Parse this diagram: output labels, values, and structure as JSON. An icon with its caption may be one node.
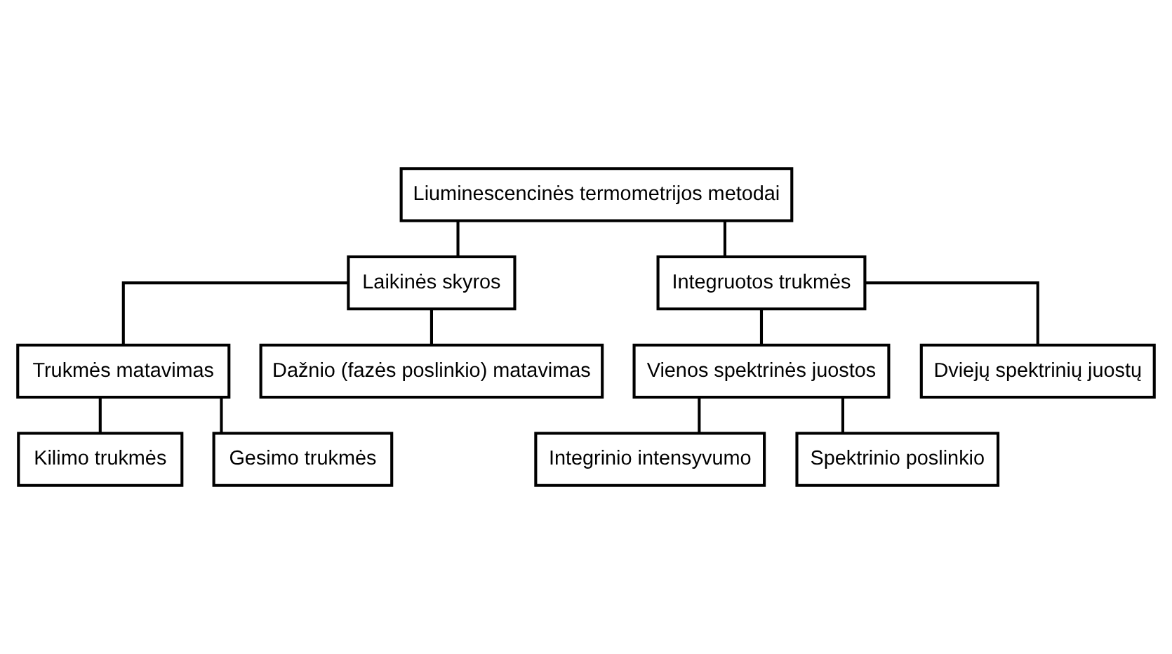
{
  "diagram": {
    "nodes": [
      {
        "text": [
          "Liuminescencinės termometrijos metodai"
        ]
      },
      {
        "text": [
          "Laikinės skyros"
        ]
      },
      {
        "text": [
          "Trukmės matavimas"
        ]
      },
      {
        "text": [
          "Kilimo trukmės"
        ]
      },
      {
        "text": [
          "Gesimo trukmės"
        ]
      },
      {
        "text": [
          "Dažnio (fazės poslinkio) matavimas"
        ]
      },
      {
        "text": [
          "Integruotos trukmės"
        ]
      },
      {
        "text": [
          "Vienos spektrinės juostos"
        ]
      },
      {
        "text": [
          "Integrinio intensyvumo"
        ]
      },
      {
        "text": [
          "Spektrinio poslinkio"
        ]
      },
      {
        "text": [
          "Dviejų spektrinių juostų"
        ]
      }
    ],
    "edges": [
      {
        "from": 0,
        "to": 1,
        "arrow": "none"
      },
      {
        "from": 0,
        "to": 6,
        "arrow": "none"
      },
      {
        "from": 1,
        "to": 2,
        "arrow": "none"
      },
      {
        "from": 2,
        "to": 3,
        "arrow": "none"
      },
      {
        "from": 2,
        "to": 4,
        "arrow": "none"
      },
      {
        "from": 1,
        "to": 5,
        "arrow": "none"
      },
      {
        "from": 6,
        "to": 7,
        "arrow": "none"
      },
      {
        "from": 7,
        "to": 8,
        "arrow": "none"
      },
      {
        "from": 7,
        "to": 9,
        "arrow": "none"
      },
      {
        "from": 6,
        "to": 10,
        "arrow": "none"
      }
    ]
  }
}
